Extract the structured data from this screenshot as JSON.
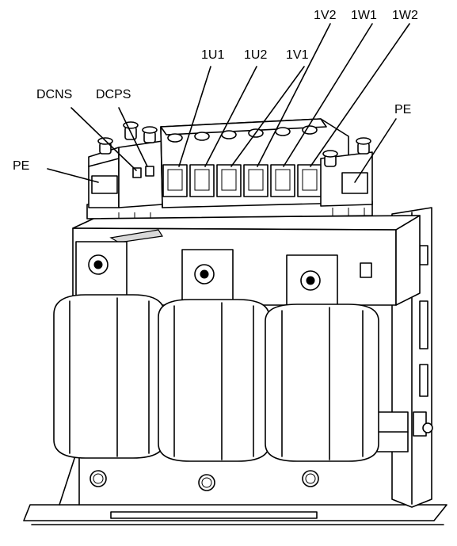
{
  "labels": {
    "l_1v2": "1V2",
    "l_1w1": "1W1",
    "l_1w2": "1W2",
    "l_1u1": "1U1",
    "l_1u2": "1U2",
    "l_1v1": "1V1",
    "l_dcns": "DCNS",
    "l_dcps": "DCPS",
    "l_pe_left": "PE",
    "l_pe_right": "PE"
  }
}
